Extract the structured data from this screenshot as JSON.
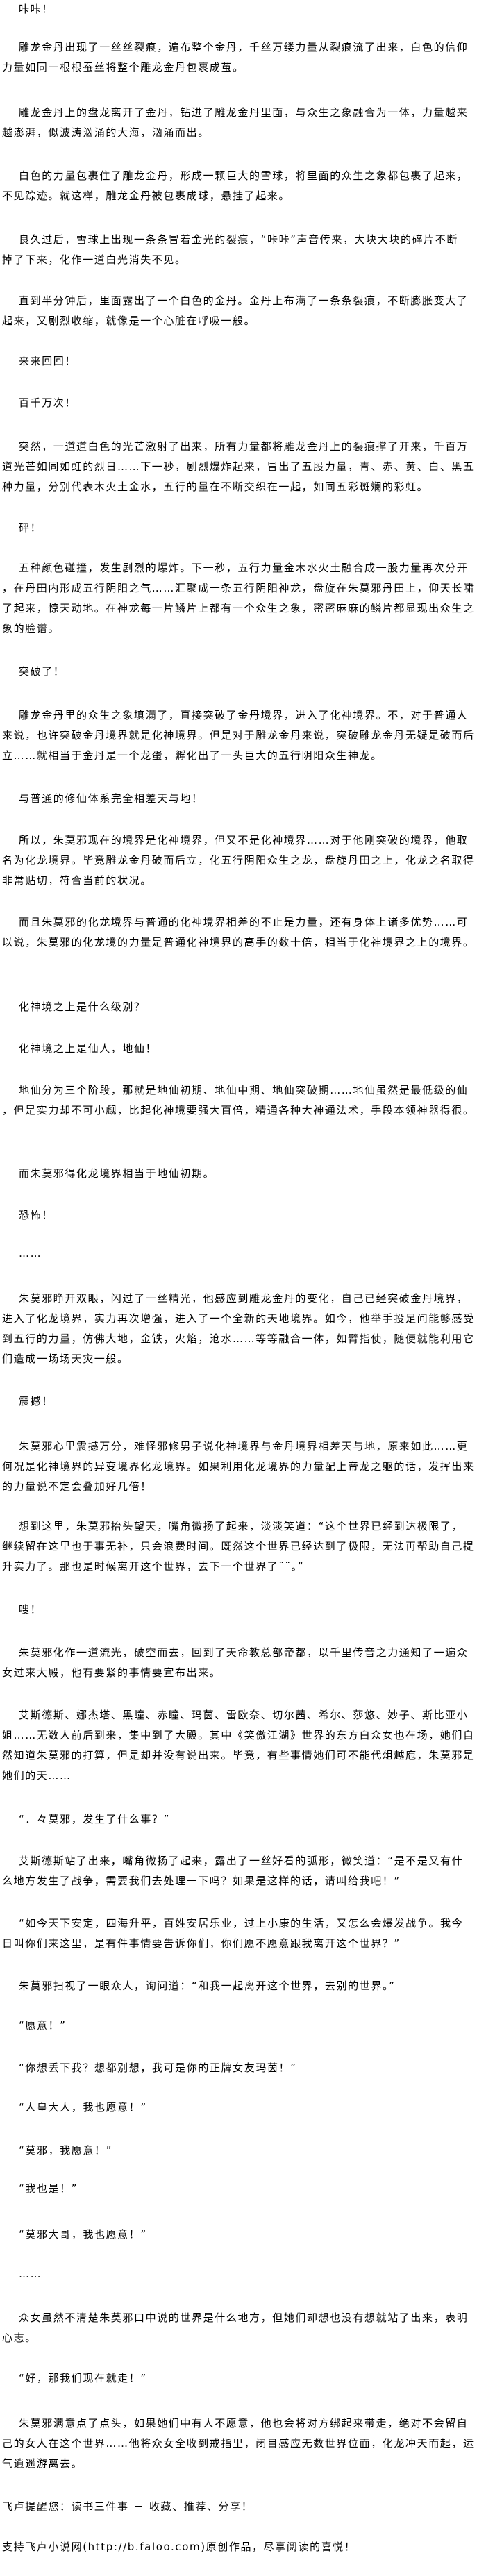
{
  "chapter": {
    "paragraphs": [
      {
        "lines": [
          "咔咔！"
        ]
      },
      {
        "lines": [
          "雕龙金丹出现了一丝丝裂痕，遍布整个金丹，千丝万缕力量从裂痕流了出来，白色的信仰",
          "力量如同一根根蚕丝将整个雕龙金丹包裹成茧。"
        ]
      },
      {
        "lines": [
          "雕龙金丹上的盘龙离开了金丹，钻进了雕龙金丹里面，与众生之象融合为一体，力量越来",
          "越澎湃，似波涛汹涌的大海，汹涌而出。"
        ]
      },
      {
        "lines": [
          "白色的力量包裹住了雕龙金丹，形成一颗巨大的雪球，将里面的众生之象都包裹了起来，",
          "不见踪迹。就这样，雕龙金丹被包裹成球，悬挂了起来。"
        ]
      },
      {
        "lines": [
          "良久过后，雪球上出现一条条冒着金光的裂痕，“咔咔”声音传来，大块大块的碎片不断",
          "掉了下来，化作一道白光消失不见。"
        ]
      },
      {
        "lines": [
          "直到半分钟后，里面露出了一个白色的金丹。金丹上布满了一条条裂痕，不断膨胀变大了",
          "起来，又剧烈收缩，就像是一个心脏在呼吸一般。"
        ]
      },
      {
        "lines": [
          "来来回回！"
        ]
      },
      {
        "lines": [
          "百千万次！"
        ]
      },
      {
        "lines": [
          "突然，一道道白色的光芒激射了出来，所有力量都将雕龙金丹上的裂痕撑了开来，千百万",
          "道光芒如同如虹的烈日……下一秒，剧烈爆炸起来，冒出了五股力量，青、赤、黄、白、黑五",
          "种力量，分别代表木火土金水，五行的量在不断交织在一起，如同五彩斑斓的彩虹。"
        ]
      },
      {
        "lines": [
          "砰！"
        ]
      },
      {
        "lines": [
          "五种颜色碰撞，发生剧烈的爆炸。下一秒，五行力量金木水火土融合成一股力量再次分开",
          "，在丹田内形成五行阴阳之气……汇聚成一条五行阴阳神龙，盘旋在朱莫邪丹田上，仰天长啸",
          "了起来，惊天动地。在神龙每一片鳞片上都有一个众生之象，密密麻麻的鳞片都显现出众生之",
          "象的脸谱。"
        ]
      },
      {
        "lines": [
          "突破了！"
        ]
      },
      {
        "lines": [
          "雕龙金丹里的众生之象填满了，直接突破了金丹境界，进入了化神境界。不，对于普通人",
          "来说，也许突破金丹境界就是化神境界。但是对于雕龙金丹来说，突破雕龙金丹无疑是破而后",
          "立……就相当于金丹是一个龙蛋，孵化出了一头巨大的五行阴阳众生神龙。"
        ]
      },
      {
        "lines": [
          "与普通的修仙体系完全相差天与地！"
        ]
      },
      {
        "lines": [
          "所以，朱莫邪现在的境界是化神境界，但又不是化神境界……对于他刚突破的境界，他取",
          "名为化龙境界。毕竟雕龙金丹破而后立，化五行阴阳众生之龙，盘旋丹田之上，化龙之名取得",
          "非常贴切，符合当前的状况。"
        ]
      },
      {
        "lines": [
          "而且朱莫邪的化龙境界与普通的化神境界相差的不止是力量，还有身体上诸多优势……可",
          "以说，朱莫邪的化龙境的力量是普通化神境界的高手的数十倍，相当于化神境界之上的境界。"
        ]
      },
      {
        "lines": [
          "化神境之上是什么级别？"
        ]
      },
      {
        "lines": [
          "化神境之上是仙人，地仙！"
        ]
      },
      {
        "lines": [
          "地仙分为三个阶段，那就是地仙初期、地仙中期、地仙突破期……地仙虽然是最低级的仙",
          "，但是实力却不可小觑，比起化神境要强大百倍，精通各种大神通法术，手段本领神器得很。"
        ]
      },
      {
        "lines": [
          "而朱莫邪得化龙境界相当于地仙初期。"
        ]
      },
      {
        "lines": [
          "恐怖！"
        ]
      },
      {
        "lines": [
          "……"
        ]
      },
      {
        "lines": [
          "朱莫邪睁开双眼，闪过了一丝精光，他感应到雕龙金丹的变化，自己已经突破金丹境界，",
          "进入了化龙境界，实力再次增强，进入了一个全新的天地境界。如今，他举手投足间能够感受",
          "到五行的力量，仿佛大地，金铁，火焰，沧水……等等融合一体，如臂指使，随便就能利用它",
          "们造成一场场天灾一般。"
        ]
      },
      {
        "lines": [
          "震撼！"
        ]
      },
      {
        "lines": [
          "朱莫邪心里震撼万分，难怪邪修男子说化神境界与金丹境界相差天与地，原来如此……更",
          "何况是化神境界的异变境界化龙境界。如果利用化龙境界的力量配上帝龙之躯的话，发挥出来",
          "的力量说不定会叠加好几倍！"
        ]
      },
      {
        "lines": [
          "想到这里，朱莫邪抬头望天，嘴角微扬了起来，淡淡笑道：“这个世界已经到达极限了，",
          "继续留在这里也于事无补，只会浪费时间。既然这个世界已经达到了极限，无法再帮助自己提",
          "升实力了。那也是时候离开这个世界，去下一个世界了¨¨。”"
        ]
      },
      {
        "lines": [
          "嗖！"
        ]
      },
      {
        "lines": [
          "朱莫邪化作一道流光，破空而去，回到了天命教总部帝都，以千里传音之力通知了一遍众",
          "女过来大殿，他有要紧的事情要宣布出来。"
        ]
      },
      {
        "lines": [
          "艾斯德斯、娜杰塔、黑瞳、赤瞳、玛茵、雷欧奈、切尔茜、希尔、莎悠、妙子、斯比亚小",
          "姐……无数人前后到来，集中到了大殿。其中《笑傲江湖》世界的东方白众女也在场，她们自",
          "然知道朱莫邪的打算，但是却并没有说出来。毕竟，有些事情她们可不能代俎越庖，朱莫邪是",
          "她们的天……"
        ]
      },
      {
        "lines": [
          "“．々莫邪，发生了什么事？”"
        ]
      },
      {
        "lines": [
          "艾斯德斯站了出来，嘴角微扬了起来，露出了一丝好看的弧形，微笑道：“是不是又有什",
          "么地方发生了战争，需要我们去处理一下吗？如果是这样的话，请叫给我吧！”"
        ]
      },
      {
        "lines": [
          "“如今天下安定，四海升平，百姓安居乐业，过上小康的生活，又怎么会爆发战争。我今",
          "日叫你们来这里，是有件事情要告诉你们，你们愿不愿意跟我离开这个世界？”"
        ]
      },
      {
        "lines": [
          "朱莫邪扫视了一眼众人，询问道：“和我一起离开这个世界，去别的世界。”"
        ]
      },
      {
        "lines": [
          "“愿意！”"
        ]
      },
      {
        "lines": [
          "“你想丢下我？想都别想，我可是你的正牌女友玛茵！”"
        ]
      },
      {
        "lines": [
          "“人皇大人，我也愿意！”"
        ]
      },
      {
        "lines": [
          "“莫邪，我愿意！”"
        ]
      },
      {
        "lines": [
          "“我也是！”"
        ]
      },
      {
        "lines": [
          "“莫邪大哥，我也愿意！”"
        ]
      },
      {
        "lines": [
          "……"
        ]
      },
      {
        "lines": [
          "众女虽然不清楚朱莫邪口中说的世界是什么地方，但她们却想也没有想就站了出来，表明",
          "心志。"
        ]
      },
      {
        "lines": [
          "“好，那我们现在就走！”"
        ]
      },
      {
        "lines": [
          "朱莫邪满意点了点头，如果她们中有人不愿意，他也会将对方绑起来带走，绝对不会留自",
          "己的女人在这个世界……他将众女全收到戒指里，闭目感应无数世界位面，化龙冲天而起，运",
          "气逍遥游离去。"
        ]
      }
    ]
  },
  "footer": {
    "reminder": "飞卢提醒您：读书三件事 － 收藏、推荐、分享！",
    "support": "支持飞卢小说网(http://b.faloo.com)原创作品，尽享阅读的喜悦！"
  }
}
